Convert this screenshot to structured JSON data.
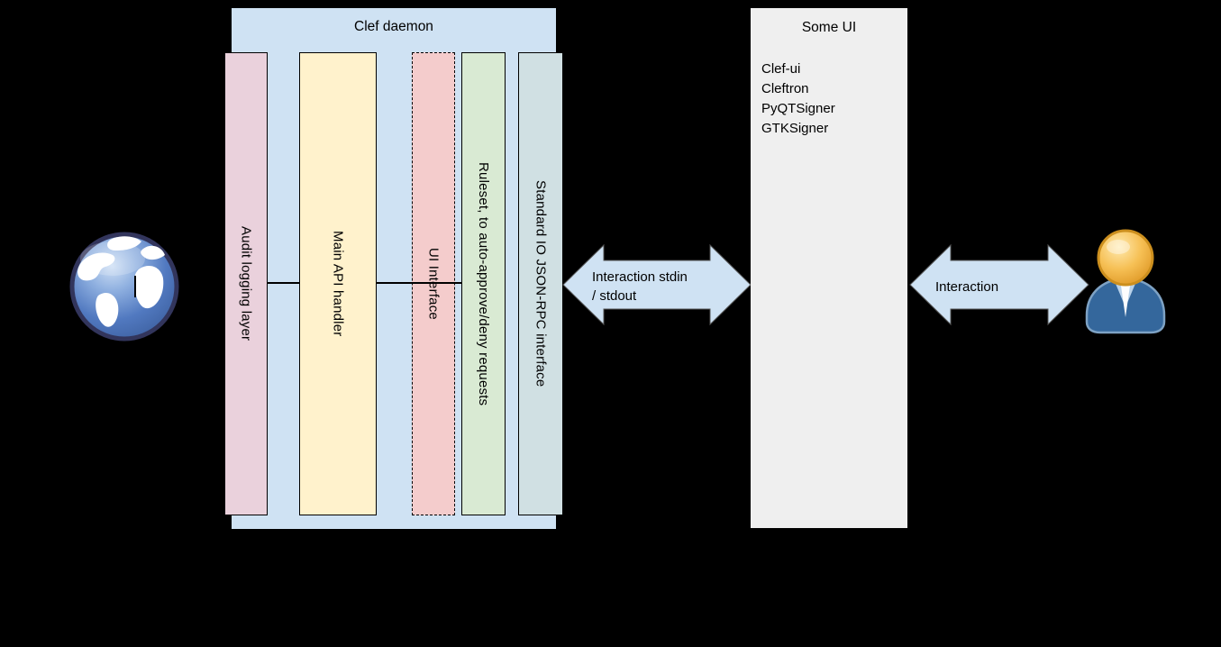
{
  "canvas": {
    "bg": "#000000"
  },
  "clef_daemon": {
    "title": "Clef daemon",
    "fill": "#cfe2f3",
    "bars": [
      {
        "label": "Audit logging layer",
        "fill": "#ead1dc",
        "border": "solid"
      },
      {
        "label": "Main API handler",
        "fill": "#fff2cc",
        "border": "solid"
      },
      {
        "label": "UI Interface",
        "fill": "#f4cccc",
        "border": "dashed"
      },
      {
        "label": "Ruleset, to auto-approve/deny requests",
        "fill": "#d9ead3",
        "border": "solid"
      },
      {
        "label": "Standard IO JSON-RPC interface",
        "fill": "#d0e0e3",
        "border": "solid"
      }
    ]
  },
  "some_ui": {
    "title": "Some UI",
    "fill": "#efefef",
    "items": [
      "Clef-ui",
      "Cleftron",
      "PyQTSigner",
      "GTKSigner"
    ]
  },
  "left_arrow": {
    "fill": "#cfe2f3",
    "line1": "Interaction stdin",
    "line2": "/ stdout"
  },
  "right_arrow": {
    "fill": "#cfe2f3",
    "line1": "Interaction"
  },
  "icons": {
    "left": "globe-icon",
    "right": "user-icon"
  }
}
